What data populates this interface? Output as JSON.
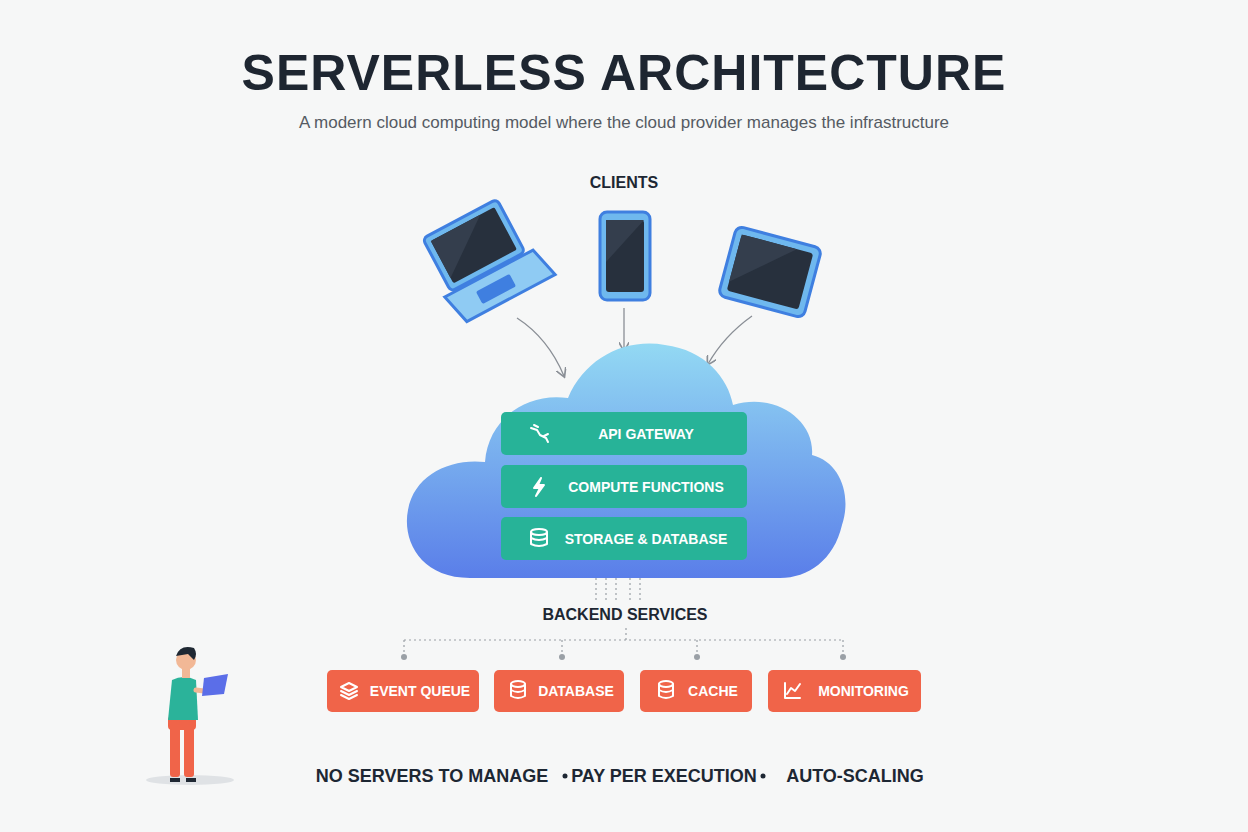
{
  "diagram": {
    "title": "SERVERLESS ARCHITECTURE",
    "caption": "A modern cloud computing model where the cloud provider manages the infrastructure",
    "nodes": [
      {
        "text": [
          "API GATEWAY"
        ]
      },
      {
        "text": [
          "COMPUTE FUNCTIONS"
        ]
      },
      {
        "text": [
          "STORAGE & DATABASE"
        ]
      },
      {
        "text": [
          "EVENT QUEUE"
        ]
      },
      {
        "text": [
          "DATABASE"
        ]
      },
      {
        "text": [
          "CACHE"
        ]
      },
      {
        "text": [
          "MONITORING"
        ]
      }
    ],
    "labels": [
      "CLIENTS",
      "BACKEND SERVICES",
      "NO SERVERS TO MANAGE",
      "PAY PER EXECUTION",
      "AUTO-SCALING"
    ]
  }
}
